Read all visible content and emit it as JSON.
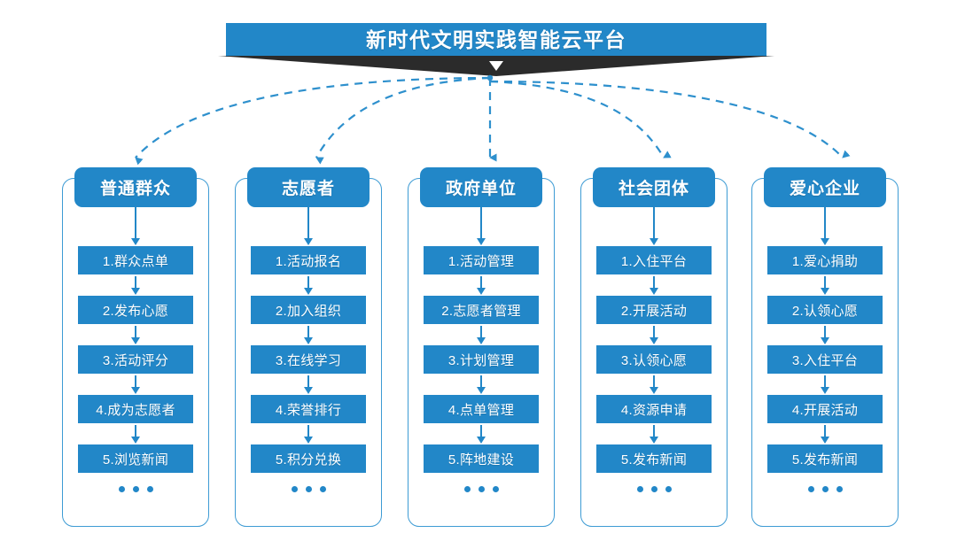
{
  "title": {
    "text": "新时代文明实践智能云平台"
  },
  "colors": {
    "primary_blue": "#2287c8",
    "frame_blue": "#3d9bd4",
    "connector_blue": "#2e90cd",
    "ribbon_dark": "#2b2b2b",
    "background": "#ffffff",
    "text_on_blue": "#ffffff"
  },
  "columns": [
    {
      "header": "普通群众",
      "items": [
        "1.群众点单",
        "2.发布心愿",
        "3.活动评分",
        "4.成为志愿者",
        "5.浏览新闻"
      ],
      "more": "..."
    },
    {
      "header": "志愿者",
      "items": [
        "1.活动报名",
        "2.加入组织",
        "3.在线学习",
        "4.荣誉排行",
        "5.积分兑换"
      ],
      "more": "..."
    },
    {
      "header": "政府单位",
      "items": [
        "1.活动管理",
        "2.志愿者管理",
        "3.计划管理",
        "4.点单管理",
        "5.阵地建设"
      ],
      "more": "..."
    },
    {
      "header": "社会团体",
      "items": [
        "1.入住平台",
        "2.开展活动",
        "3.认领心愿",
        "4.资源申请",
        "5.发布新闻"
      ],
      "more": "..."
    },
    {
      "header": "爱心企业",
      "items": [
        "1.爱心捐助",
        "2.认领心愿",
        "3.入住平台",
        "4.开展活动",
        "5.发布新闻"
      ],
      "more": "..."
    }
  ]
}
